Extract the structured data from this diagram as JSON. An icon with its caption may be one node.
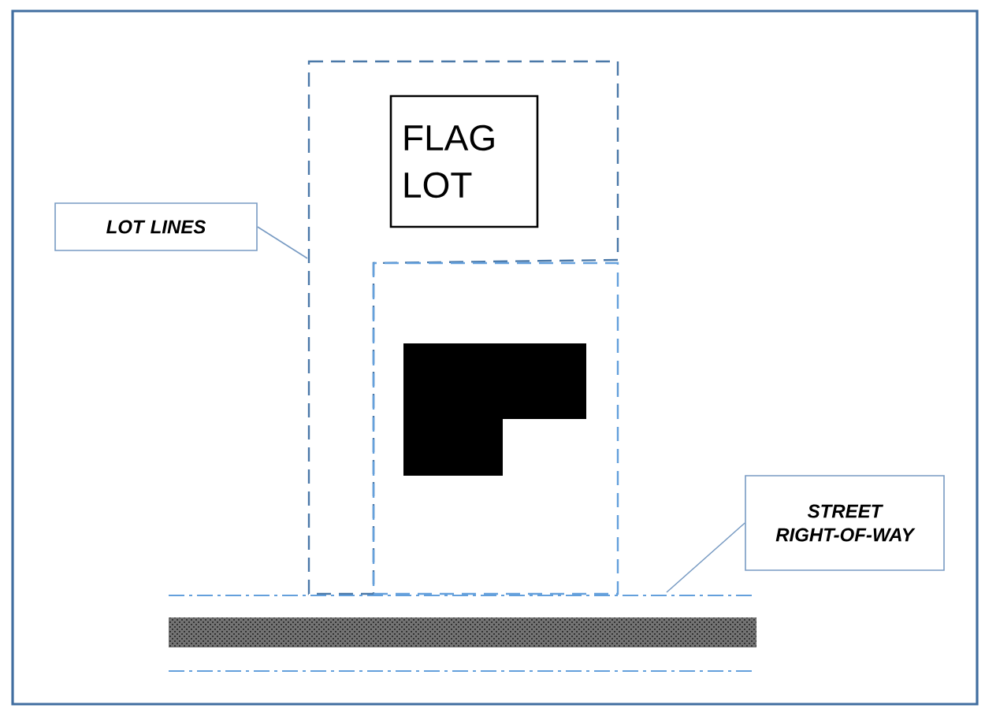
{
  "diagram": {
    "nodes": [
      {
        "text": [
          "LOT LINES"
        ]
      },
      {
        "text": [
          "FLAG LOT"
        ]
      },
      {
        "text": [
          "STREET RIGHT-OF-WAY"
        ]
      }
    ],
    "edges": [
      {
        "from": 0,
        "to": null,
        "arrow": "none"
      },
      {
        "from": 2,
        "to": null,
        "arrow": "none"
      }
    ]
  }
}
